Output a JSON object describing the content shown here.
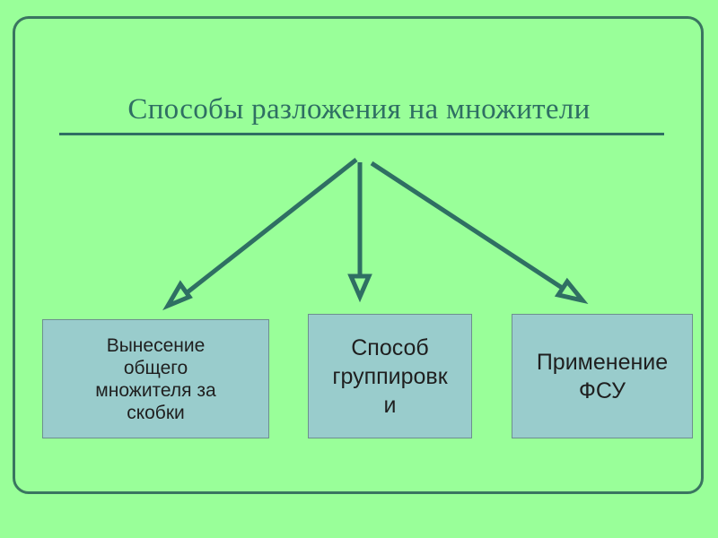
{
  "diagram": {
    "title": "Способы разложения на множители",
    "boxes": [
      {
        "label": "Вынесение\nобщего\nмножителя за\nскобки"
      },
      {
        "label": "Способ\nгруппировк\nи"
      },
      {
        "label": "Применение\nФСУ"
      }
    ],
    "colors": {
      "background": "#99ff99",
      "accent": "#2f6f63",
      "box_fill": "#99cccc",
      "frame": "#3a7560"
    }
  }
}
